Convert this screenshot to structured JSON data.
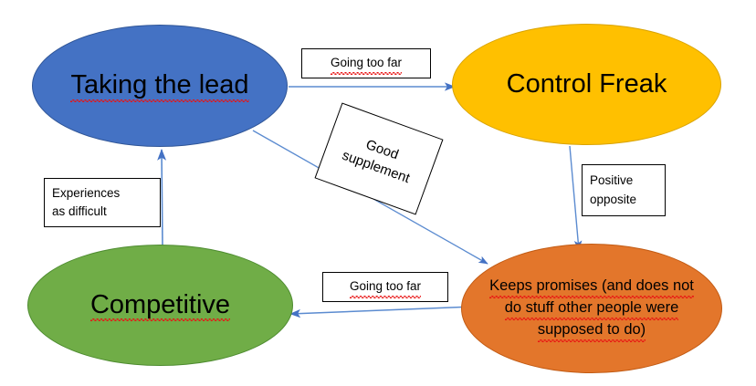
{
  "diagram": {
    "type": "relationship-map",
    "background": "#FFFFFF",
    "connector_color": "#4472C4",
    "nodes": [
      {
        "id": "taking-the-lead",
        "label": "Taking the lead",
        "fill": "#4472C4",
        "border": "#2F5597",
        "text_color": "#000000",
        "shape": "ellipse",
        "spellcheck_underline": true
      },
      {
        "id": "control-freak",
        "label": "Control Freak",
        "fill": "#FFC000",
        "border": "#D9A300",
        "text_color": "#000000",
        "shape": "ellipse",
        "spellcheck_underline": false
      },
      {
        "id": "competitive",
        "label": "Competitive",
        "fill": "#70AD47",
        "border": "#4E8C30",
        "text_color": "#000000",
        "shape": "ellipse",
        "spellcheck_underline": true
      },
      {
        "id": "keeps-promises",
        "label": "Keeps promises (and does not do stuff other people were supposed to do)",
        "line1": "Keeps promises (and does not",
        "line2": "do stuff other people were",
        "line3": "supposed to do)",
        "fill": "#E3762B",
        "border": "#C25B14",
        "text_color": "#000000",
        "shape": "ellipse",
        "spellcheck_underline": true
      }
    ],
    "edge_labels": [
      {
        "id": "going-too-far-top",
        "text": "Going too far",
        "rotation": 0
      },
      {
        "id": "good-supplement",
        "text": "Good\nsupplement",
        "rotation": 20
      },
      {
        "id": "experiences-as-difficult",
        "text": "Experiences\nas difficult",
        "rotation": 0
      },
      {
        "id": "positive-opposite",
        "text": "Positive\nopposite",
        "rotation": 0
      },
      {
        "id": "going-too-far-bottom",
        "text": "Going too far",
        "rotation": 0
      }
    ],
    "edges": [
      {
        "id": "taking-the-lead-to-control-freak",
        "from": "taking-the-lead",
        "to": "control-freak",
        "label": "Going too far",
        "direction": "right"
      },
      {
        "id": "taking-the-lead-to-keeps-promises",
        "from": "taking-the-lead",
        "to": "keeps-promises",
        "label": "Good supplement",
        "direction": "down-right"
      },
      {
        "id": "control-freak-to-keeps-promises",
        "from": "control-freak",
        "to": "keeps-promises",
        "label": "Positive opposite",
        "direction": "down"
      },
      {
        "id": "keeps-promises-to-competitive",
        "from": "keeps-promises",
        "to": "competitive",
        "label": "Going too far",
        "direction": "left"
      },
      {
        "id": "competitive-to-taking-the-lead",
        "from": "competitive",
        "to": "taking-the-lead",
        "label": "Experiences as difficult",
        "direction": "up"
      }
    ]
  }
}
